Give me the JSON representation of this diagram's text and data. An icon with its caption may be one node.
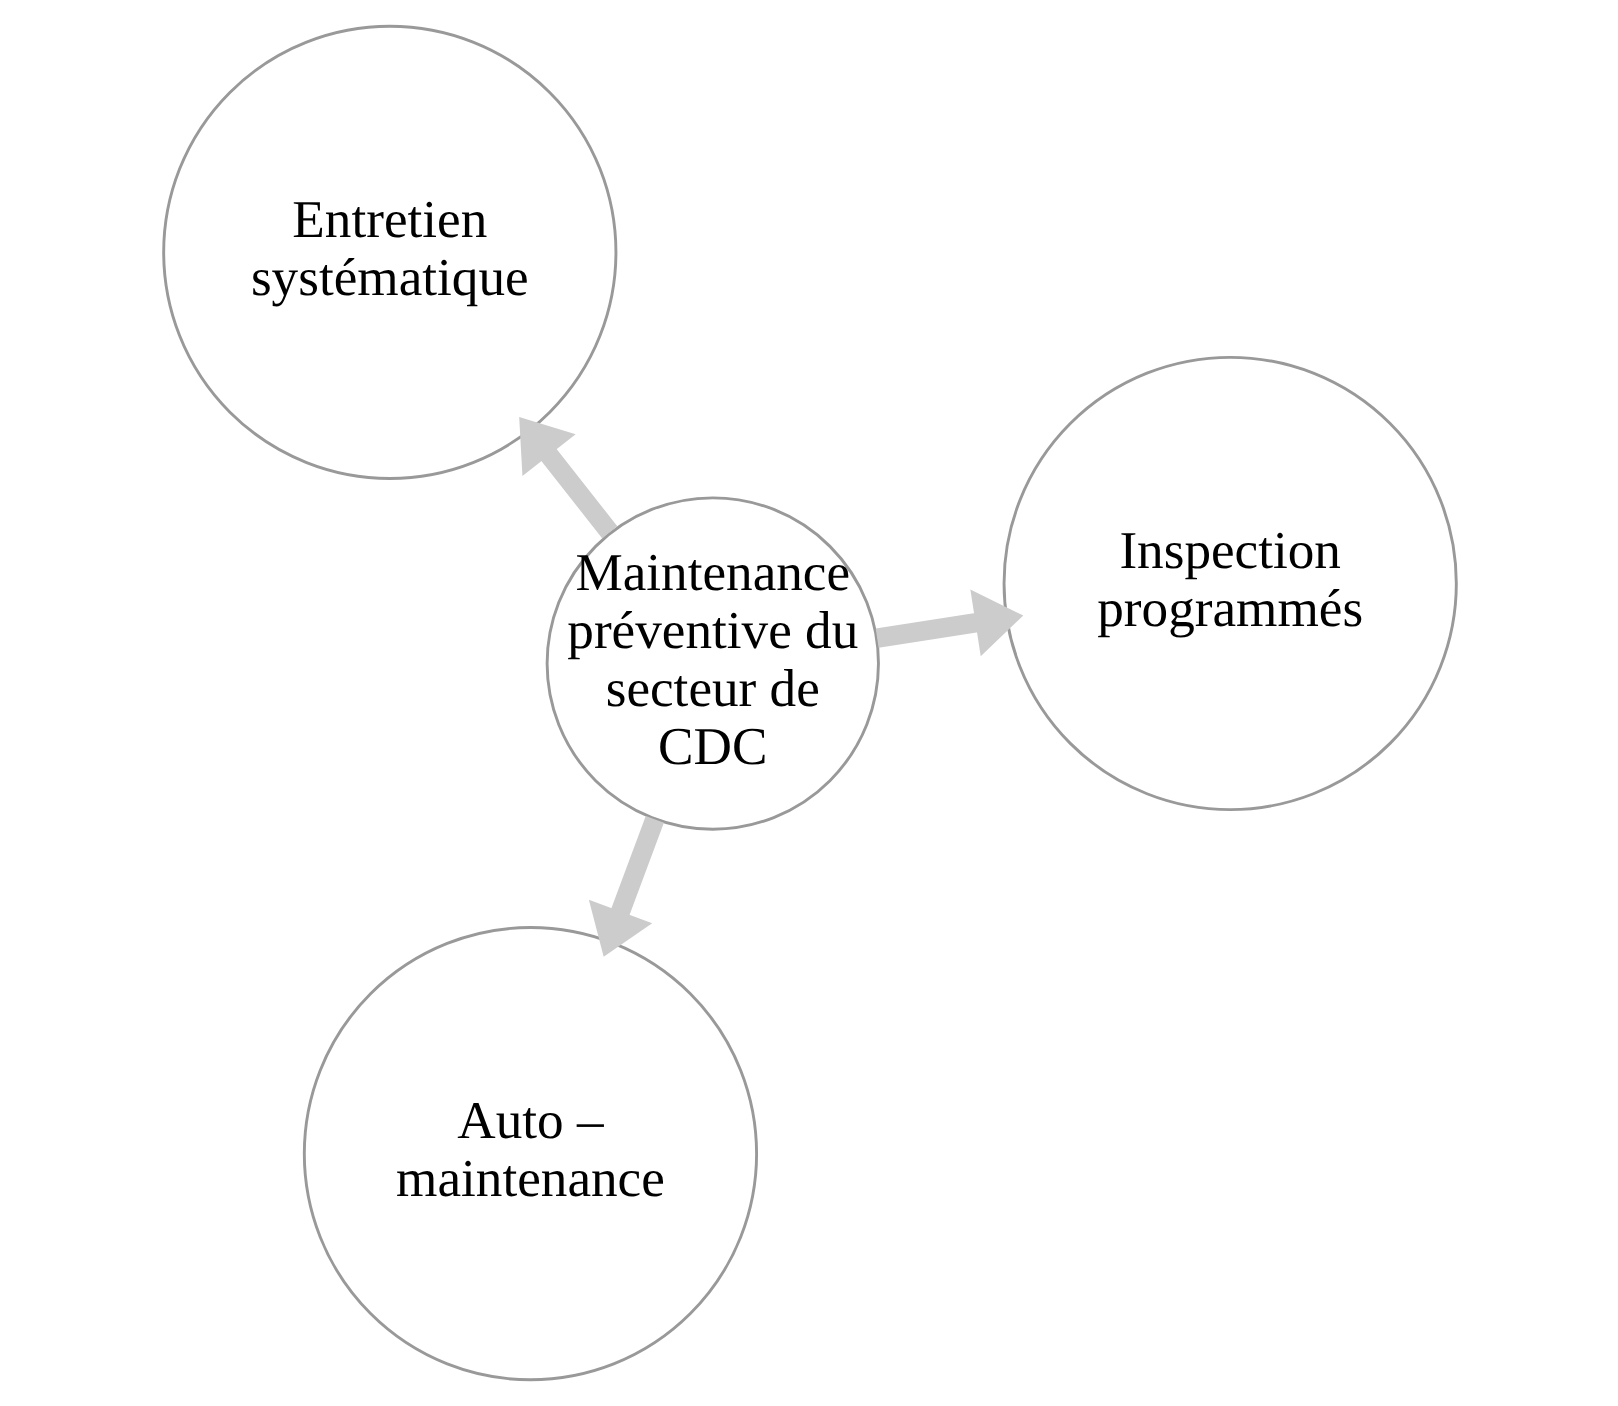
{
  "diagram": {
    "nodes": [
      {
        "text": [
          "Maintenance préventive du secteur de CDC"
        ]
      },
      {
        "text": [
          "Inspection programmés"
        ]
      },
      {
        "text": [
          "Auto – maintenance"
        ]
      },
      {
        "text": [
          "Entretien systématique"
        ]
      }
    ],
    "edges": [
      {
        "from": 0,
        "to": 1,
        "arrow": "to"
      },
      {
        "from": 0,
        "to": 2,
        "arrow": "to"
      },
      {
        "from": 0,
        "to": 3,
        "arrow": "to"
      }
    ]
  }
}
